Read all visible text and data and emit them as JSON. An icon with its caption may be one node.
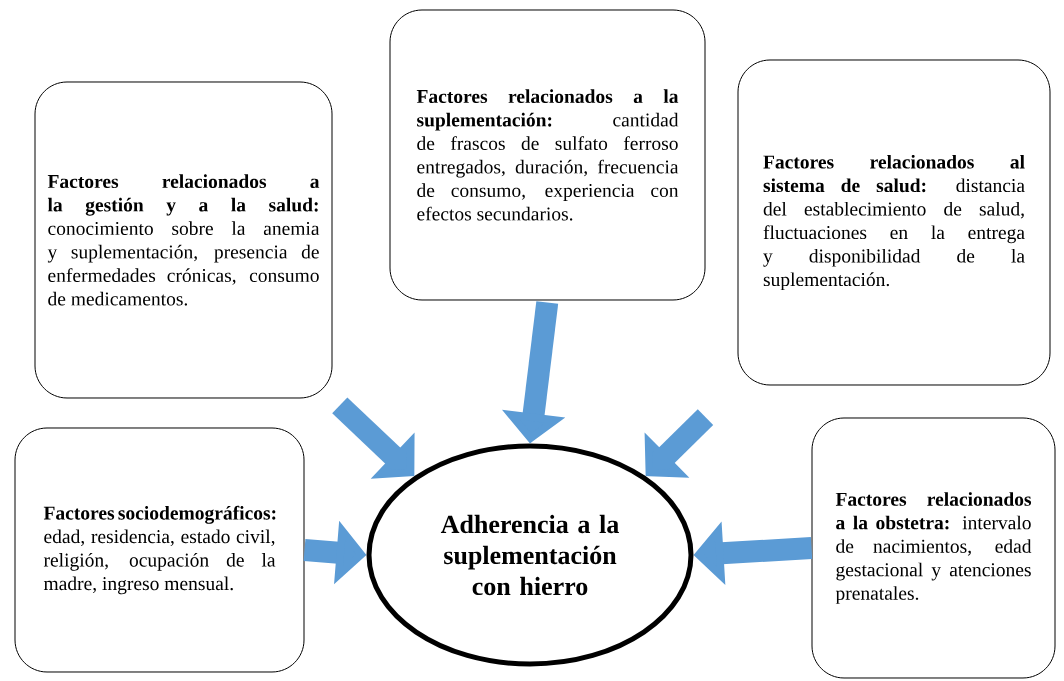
{
  "diagram": {
    "nodes": [
      {
        "text": [
          "**Factores relacionados a la gestión y a la salud:** conocimiento sobre la anemia y suplementación, presencia de enfermedades crónicas, consumo de medicamentos."
        ]
      },
      {
        "text": [
          "**Factores relacionados a la suplementación:** cantidad de frascos de sulfato ferroso entregados, duración, frecuencia de consumo, experiencia con efectos secundarios."
        ]
      },
      {
        "text": [
          "**Factores relacionados al sistema de salud:** distancia del establecimiento de salud, fluctuaciones en la entrega y disponibilidad de la suplementación."
        ]
      },
      {
        "text": [
          "**Factores sociodemográficos:** edad, residencia, estado civil, religión, ocupación de la madre, ingreso mensual."
        ]
      },
      {
        "text": [
          "Adherencia a la suplementación con hierro"
        ]
      },
      {
        "text": [
          "**Factores relacionados a la obstetra:** intervalo de nacimientos, edad gestacional y atenciones prenatales."
        ]
      }
    ],
    "edges": [
      {
        "from": 0,
        "to": 4,
        "arrow": "to"
      },
      {
        "from": 1,
        "to": 4,
        "arrow": "to"
      },
      {
        "from": 2,
        "to": 4,
        "arrow": "to"
      },
      {
        "from": 3,
        "to": 4,
        "arrow": "to"
      },
      {
        "from": 5,
        "to": 4,
        "arrow": "to"
      }
    ]
  }
}
